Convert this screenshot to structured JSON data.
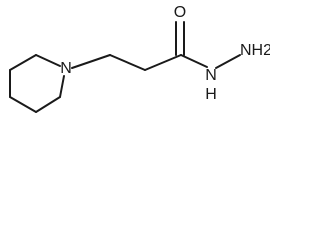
{
  "structure": {
    "atoms": {
      "nitrogen_ring": "N",
      "oxygen": "O",
      "nitrogen_amide": "N",
      "hydrazine_h": "H",
      "nh2": "NH2"
    }
  }
}
